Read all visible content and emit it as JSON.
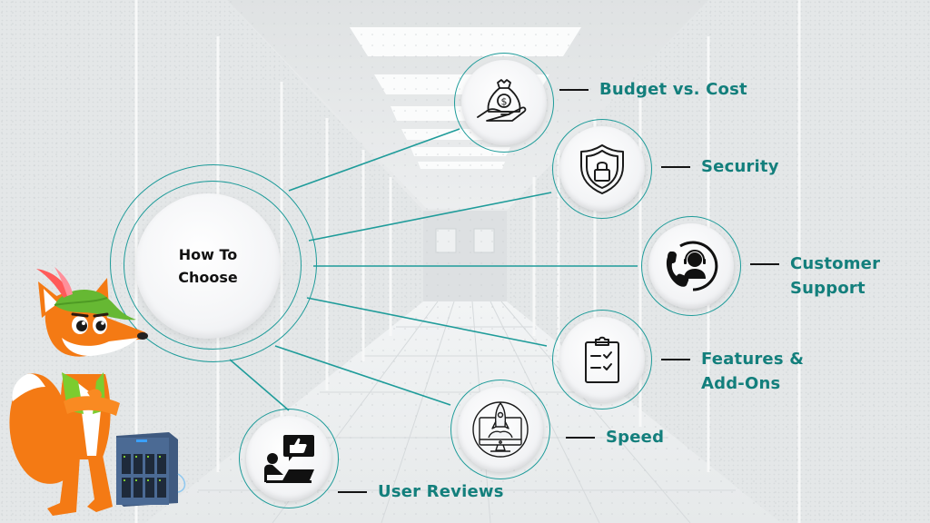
{
  "diagram": {
    "center": {
      "title_line1": "How To",
      "title_line2": "Choose"
    },
    "colors": {
      "accent": "#137f7c",
      "ring": "#1f9c9a",
      "dash": "#141414",
      "center_text": "#111111"
    },
    "factors": [
      {
        "id": "budget",
        "label_line1": "Budget vs. Cost",
        "label_line2": "",
        "icon": "money-bag-hand-icon"
      },
      {
        "id": "security",
        "label_line1": "Security",
        "label_line2": "",
        "icon": "shield-lock-icon"
      },
      {
        "id": "support",
        "label_line1": "Customer",
        "label_line2": "Support",
        "icon": "customer-support-headset-icon"
      },
      {
        "id": "features",
        "label_line1": "Features &",
        "label_line2": "Add-Ons",
        "icon": "clipboard-checklist-icon"
      },
      {
        "id": "speed",
        "label_line1": "Speed",
        "label_line2": "",
        "icon": "rocket-monitor-icon"
      },
      {
        "id": "reviews",
        "label_line1": "User Reviews",
        "label_line2": "",
        "icon": "user-thumbs-up-review-icon"
      }
    ],
    "illustration": {
      "mascot": "fox-mascot-with-hat",
      "prop": "server-tower"
    }
  }
}
